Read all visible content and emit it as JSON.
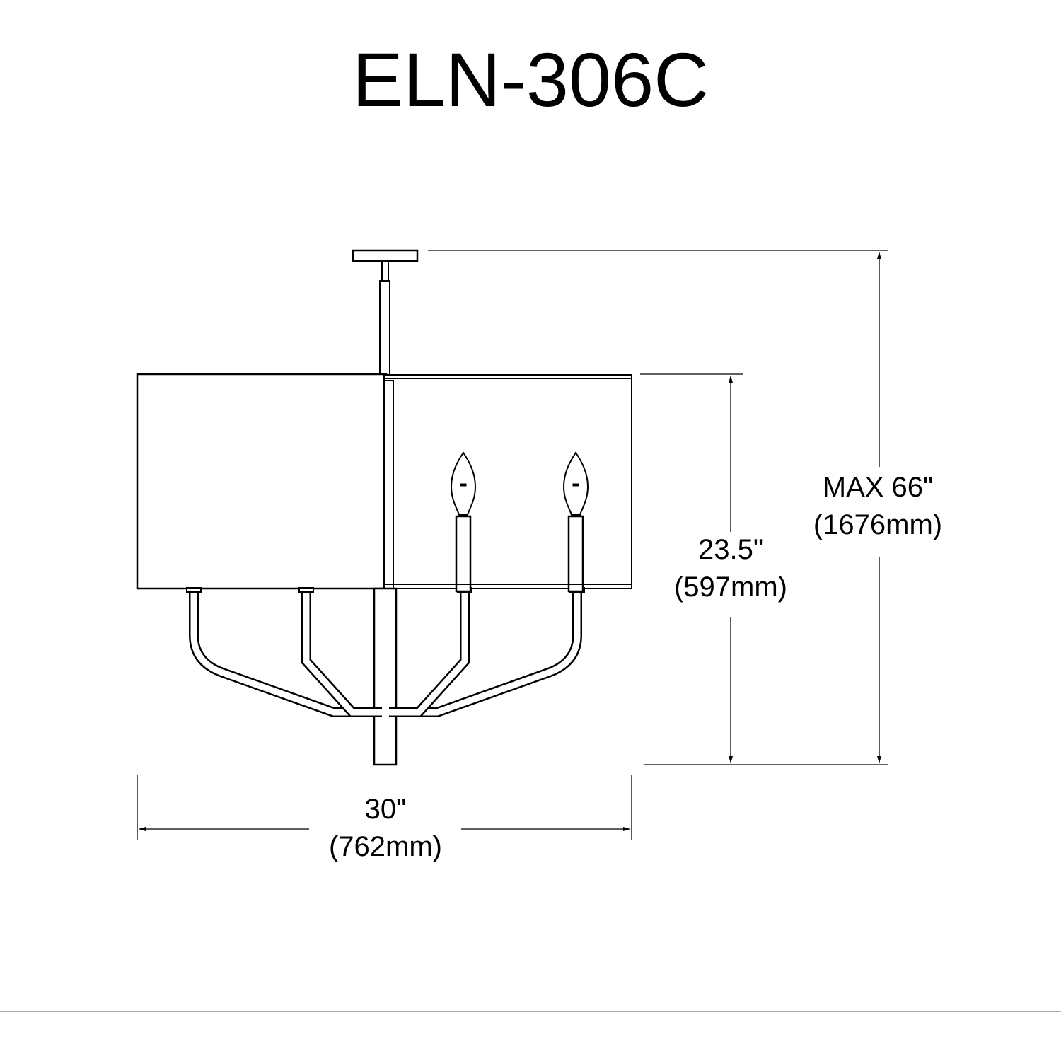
{
  "title": "ELN-306C",
  "dimensions": {
    "overall_height": {
      "imperial": "MAX 66\"",
      "metric": "(1676mm)"
    },
    "fixture_height": {
      "imperial": "23.5\"",
      "metric": "(597mm)"
    },
    "width": {
      "imperial": "30\"",
      "metric": "(762mm)"
    }
  },
  "colors": {
    "line": "#000000",
    "background": "#ffffff"
  }
}
